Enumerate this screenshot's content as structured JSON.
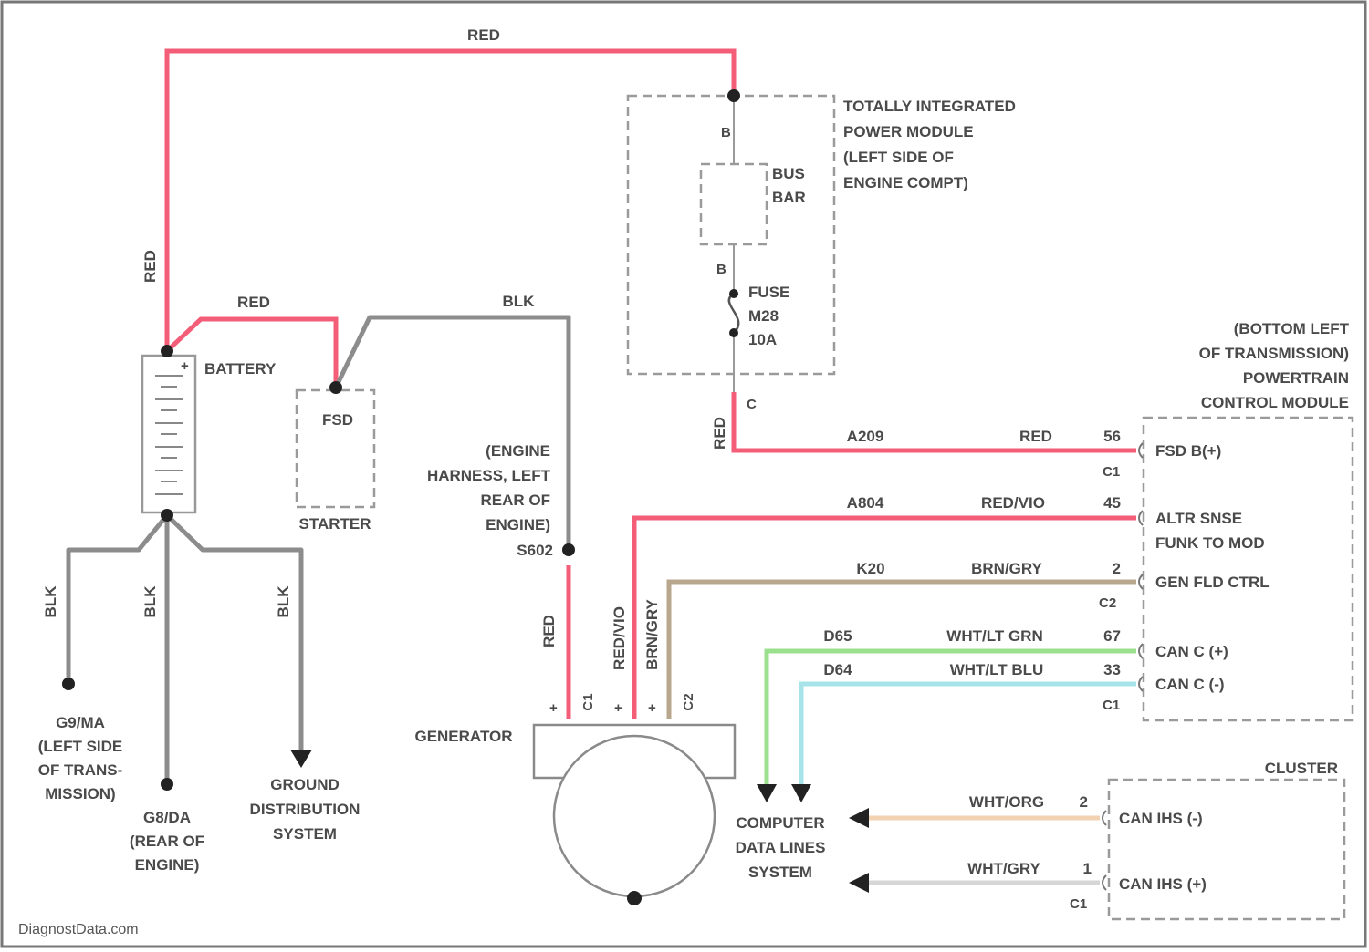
{
  "colors": {
    "red": "#f35d78",
    "red_violet": "#f35d78",
    "brn_gry": "#b8a78d",
    "wht_lt_grn": "#9be08d",
    "wht_lt_blu": "#a7e4ea",
    "wht_org": "#f3d2b4",
    "wht_gry": "#d6d6d6",
    "blk": "#8c8c8c",
    "border": "#777777"
  },
  "top_wire": {
    "color_label": "RED"
  },
  "battery": {
    "label": "BATTERY",
    "pos_sign": "+",
    "wire_up_label": "RED",
    "wire_to_fsd_label": "RED",
    "ground_wire_labels": [
      "BLK",
      "BLK",
      "BLK"
    ]
  },
  "starter": {
    "box_label": "FSD",
    "label": "STARTER",
    "blk_label": "BLK"
  },
  "tipm": {
    "label_lines": [
      "TOTALLY INTEGRATED",
      "POWER MODULE",
      "(LEFT SIDE OF",
      "ENGINE COMPT)"
    ],
    "pin_top": "B",
    "bus_bar_lines": [
      "BUS",
      "BAR"
    ],
    "pin_mid": "B",
    "fuse_lines": [
      "FUSE",
      "M28",
      "10A"
    ],
    "connector": "C",
    "wire_down_label": "RED"
  },
  "grounds": {
    "g9_lines": [
      "G9/MA",
      "(LEFT SIDE",
      "OF TRANS-",
      "MISSION)"
    ],
    "g8_lines": [
      "G8/DA",
      "(REAR OF",
      "ENGINE)"
    ],
    "ground_system_lines": [
      "GROUND",
      "DISTRIBUTION",
      "SYSTEM"
    ]
  },
  "splice": {
    "lines": [
      "(ENGINE",
      "HARNESS, LEFT",
      "REAR OF",
      "ENGINE)"
    ],
    "id": "S602",
    "wire_label": "RED"
  },
  "generator": {
    "label": "GENERATOR",
    "wire_labels": [
      "RED/VIO",
      "BRN/GRY"
    ],
    "connectors": [
      "C1",
      "C2"
    ],
    "pin_marks": [
      "+",
      "+",
      "+"
    ]
  },
  "pcm": {
    "label_lines": [
      "(BOTTOM LEFT",
      "OF TRANSMISSION)",
      "POWERTRAIN",
      "CONTROL MODULE"
    ],
    "circuits": [
      {
        "circuit": "A209",
        "color": "RED",
        "pin": "56",
        "name": "FSD B(+)",
        "connector": "C1"
      },
      {
        "circuit": "A804",
        "color": "RED/VIO",
        "pin": "45",
        "name_lines": [
          "ALTR SNSE",
          "FUNK TO MOD"
        ]
      },
      {
        "circuit": "K20",
        "color": "BRN/GRY",
        "pin": "2",
        "name": "GEN FLD CTRL",
        "connector": "C2"
      },
      {
        "circuit": "D65",
        "color": "WHT/LT GRN",
        "pin": "67",
        "name": "CAN C (+)"
      },
      {
        "circuit": "D64",
        "color": "WHT/LT BLU",
        "pin": "33",
        "name": "CAN C (-)",
        "connector": "C1"
      }
    ]
  },
  "data_lines": {
    "lines": [
      "COMPUTER",
      "DATA LINES",
      "SYSTEM"
    ]
  },
  "cluster": {
    "label": "CLUSTER",
    "circuits": [
      {
        "color": "WHT/ORG",
        "pin": "2",
        "name": "CAN IHS (-)"
      },
      {
        "color": "WHT/GRY",
        "pin": "1",
        "name": "CAN IHS (+)",
        "connector": "C1"
      }
    ]
  },
  "watermark": "DiagnostData.com"
}
